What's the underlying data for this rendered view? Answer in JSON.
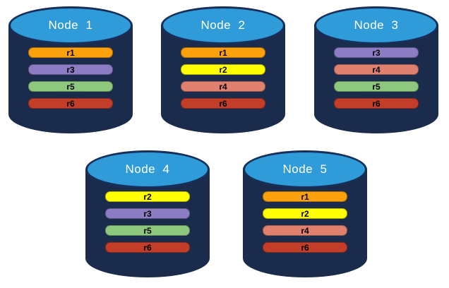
{
  "colors": {
    "canvas_background": "#FFFFFF",
    "cylinder_body": "#1B2B4B",
    "cylinder_top_fill": "#2F9CD9",
    "cylinder_outline": "#16305A",
    "node_title_color": "#FFFFFF",
    "replica_label_color": "#000000"
  },
  "replica_colors": {
    "r1": "#FBA10B",
    "r2": "#FFFF00",
    "r3": "#8B7CC3",
    "r4": "#E0806F",
    "r5": "#8EC87E",
    "r6": "#C33E28"
  },
  "nodes": [
    {
      "title": "Node  1",
      "replicas": [
        {
          "label": "r1",
          "color": "#FBA10B"
        },
        {
          "label": "r3",
          "color": "#8B7CC3"
        },
        {
          "label": "r5",
          "color": "#8EC87E"
        },
        {
          "label": "r6",
          "color": "#C33E28"
        }
      ]
    },
    {
      "title": "Node  2",
      "replicas": [
        {
          "label": "r1",
          "color": "#FBA10B"
        },
        {
          "label": "r2",
          "color": "#FFFF00"
        },
        {
          "label": "r4",
          "color": "#E0806F"
        },
        {
          "label": "r6",
          "color": "#C33E28"
        }
      ]
    },
    {
      "title": "Node  3",
      "replicas": [
        {
          "label": "r3",
          "color": "#8B7CC3"
        },
        {
          "label": "r4",
          "color": "#E0806F"
        },
        {
          "label": "r5",
          "color": "#8EC87E"
        },
        {
          "label": "r6",
          "color": "#C33E28"
        }
      ]
    },
    {
      "title": "Node  4",
      "replicas": [
        {
          "label": "r2",
          "color": "#FFFF00"
        },
        {
          "label": "r3",
          "color": "#8B7CC3"
        },
        {
          "label": "r5",
          "color": "#8EC87E"
        },
        {
          "label": "r6",
          "color": "#C33E28"
        }
      ]
    },
    {
      "title": "Node  5",
      "replicas": [
        {
          "label": "r1",
          "color": "#FBA10B"
        },
        {
          "label": "r2",
          "color": "#FFFF00"
        },
        {
          "label": "r4",
          "color": "#E0806F"
        },
        {
          "label": "r6",
          "color": "#C33E28"
        }
      ]
    }
  ]
}
